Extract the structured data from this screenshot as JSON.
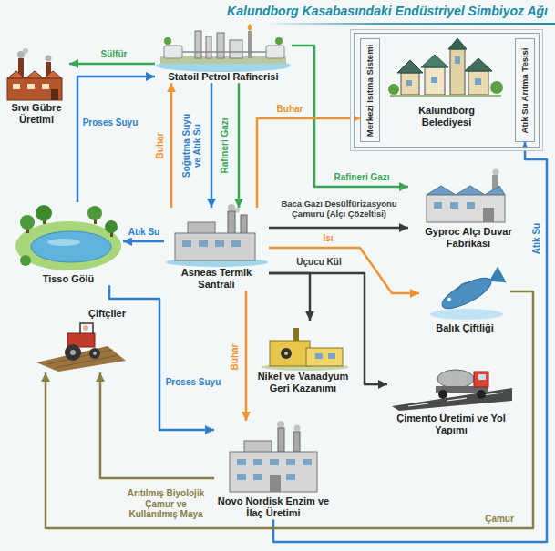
{
  "diagram": {
    "title": "Kalundborg Kasabasındaki Endüstriyel Simbiyoz Ağı",
    "nodes": [
      {
        "text": [
          "Sıvı Gübre Üretimi"
        ]
      },
      {
        "text": [
          "Statoil Petrol Rafinerisi"
        ]
      },
      {
        "text": [
          "Kalundborg Belediyesi"
        ]
      },
      {
        "text": [
          "Merkezi Isıtma Sistemi"
        ],
        "in": 2
      },
      {
        "text": [
          "Atık Su Arıtma Tesisi"
        ],
        "in": 2
      },
      {
        "text": [
          "Tisso Gölü"
        ]
      },
      {
        "text": [
          "Asneas Termik Santrali"
        ]
      },
      {
        "text": [
          "Gyproc Alçı Duvar Fabrikası"
        ]
      },
      {
        "text": [
          "Balık Çiftliği"
        ]
      },
      {
        "text": [
          "Çiftçiler"
        ]
      },
      {
        "text": [
          "Nikel ve Vanadyum Geri Kazanımı"
        ]
      },
      {
        "text": [
          "Çimento Üretimi ve Yol Yapımı"
        ]
      },
      {
        "text": [
          "Novo Nordisk Enzim ve İlaç Üretimi"
        ]
      }
    ],
    "edges": [
      {
        "from": 1,
        "to": 0,
        "arrow": "to",
        "label": "Sülfür"
      },
      {
        "from": 5,
        "to": 1,
        "arrow": "to",
        "label": "Proses Suyu"
      },
      {
        "from": 6,
        "to": 1,
        "arrow": "to",
        "label": "Buhar"
      },
      {
        "from": 1,
        "to": 6,
        "arrow": "to",
        "label": "Soğutma Suyu ve Atık Su"
      },
      {
        "from": 1,
        "to": 6,
        "arrow": "to",
        "label": "Rafineri Gazı"
      },
      {
        "from": 6,
        "to": 5,
        "arrow": "to",
        "label": "Atık Su"
      },
      {
        "from": 1,
        "to": 7,
        "arrow": "to",
        "label": "Rafineri Gazı"
      },
      {
        "from": 6,
        "to": 3,
        "arrow": "to",
        "label": "Buhar"
      },
      {
        "from": 6,
        "to": 7,
        "arrow": "to",
        "label": "Baca Gazı Desülfürizasyonu Çamuru (Alçı Çözeltisi)"
      },
      {
        "from": 6,
        "to": 8,
        "arrow": "to",
        "label": "Isı"
      },
      {
        "from": 6,
        "to": 10,
        "arrow": "to",
        "label": "Uçucu Kül"
      },
      {
        "from": 6,
        "to": 11,
        "arrow": "to"
      },
      {
        "from": 6,
        "to": 12,
        "arrow": "to",
        "label": "Buhar"
      },
      {
        "from": 5,
        "to": 12,
        "arrow": "to",
        "label": "Proses Suyu"
      },
      {
        "from": 12,
        "to": 9,
        "arrow": "to",
        "label": "Arıtılmış Biyolojik Çamur ve Kullanılmış Maya"
      },
      {
        "from": 12,
        "to": 4,
        "arrow": "to",
        "label": "Atık Su"
      },
      {
        "from": 8,
        "to": 9,
        "arrow": "to",
        "label": "Çamur"
      }
    ]
  }
}
